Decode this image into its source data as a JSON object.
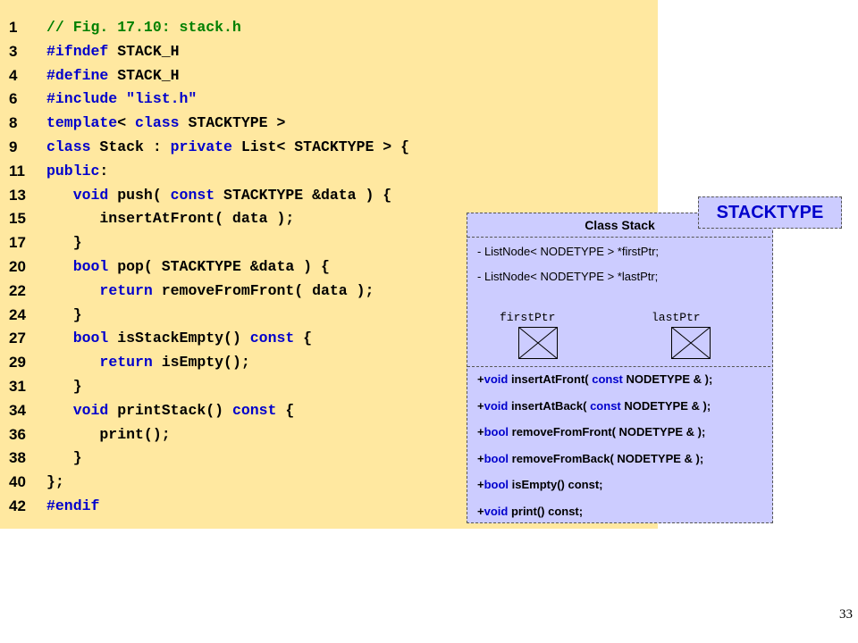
{
  "code_lines": [
    {
      "num": "1",
      "segs": [
        {
          "t": "// Fig. 17.10: stack.h",
          "c": "c"
        }
      ]
    },
    {
      "num": "3",
      "segs": [
        {
          "t": "#ifndef",
          "c": "k"
        },
        {
          "t": " STACK_H",
          "c": "t"
        }
      ]
    },
    {
      "num": "4",
      "segs": [
        {
          "t": "#define",
          "c": "k"
        },
        {
          "t": " STACK_H",
          "c": "t"
        }
      ]
    },
    {
      "num": "6",
      "segs": [
        {
          "t": "#include",
          "c": "k"
        },
        {
          "t": " ",
          "c": "t"
        },
        {
          "t": "\"list.h\"",
          "c": "s"
        }
      ]
    },
    {
      "num": "8",
      "segs": [
        {
          "t": "template",
          "c": "k"
        },
        {
          "t": "< ",
          "c": "t"
        },
        {
          "t": "class",
          "c": "k"
        },
        {
          "t": " STACKTYPE >",
          "c": "t"
        }
      ]
    },
    {
      "num": "9",
      "segs": [
        {
          "t": "class",
          "c": "k"
        },
        {
          "t": " Stack : ",
          "c": "t"
        },
        {
          "t": "private",
          "c": "k"
        },
        {
          "t": " List< STACKTYPE > {",
          "c": "t"
        }
      ]
    },
    {
      "num": "11",
      "segs": [
        {
          "t": "public",
          "c": "k"
        },
        {
          "t": ":",
          "c": "t"
        }
      ]
    },
    {
      "num": "13",
      "segs": [
        {
          "t": "   ",
          "c": "t"
        },
        {
          "t": "void",
          "c": "k"
        },
        {
          "t": " push( ",
          "c": "t"
        },
        {
          "t": "const",
          "c": "k"
        },
        {
          "t": " STACKTYPE &data ) {",
          "c": "t"
        }
      ]
    },
    {
      "num": "15",
      "segs": [
        {
          "t": "      insertAtFront( data );",
          "c": "t"
        }
      ]
    },
    {
      "num": "17",
      "segs": [
        {
          "t": "   }",
          "c": "t"
        }
      ]
    },
    {
      "num": "20",
      "segs": [
        {
          "t": "   ",
          "c": "t"
        },
        {
          "t": "bool",
          "c": "k"
        },
        {
          "t": " pop( STACKTYPE &data ) {",
          "c": "t"
        }
      ]
    },
    {
      "num": "22",
      "segs": [
        {
          "t": "      ",
          "c": "t"
        },
        {
          "t": "return",
          "c": "k"
        },
        {
          "t": " removeFromFront( data );",
          "c": "t"
        }
      ]
    },
    {
      "num": "24",
      "segs": [
        {
          "t": "   }",
          "c": "t"
        }
      ]
    },
    {
      "num": "27",
      "segs": [
        {
          "t": "   ",
          "c": "t"
        },
        {
          "t": "bool",
          "c": "k"
        },
        {
          "t": " isStackEmpty() ",
          "c": "t"
        },
        {
          "t": "const",
          "c": "k"
        },
        {
          "t": " {",
          "c": "t"
        }
      ]
    },
    {
      "num": "29",
      "segs": [
        {
          "t": "      ",
          "c": "t"
        },
        {
          "t": "return",
          "c": "k"
        },
        {
          "t": " isEmpty();",
          "c": "t"
        }
      ]
    },
    {
      "num": "31",
      "segs": [
        {
          "t": "   }",
          "c": "t"
        }
      ]
    },
    {
      "num": "34",
      "segs": [
        {
          "t": "   ",
          "c": "t"
        },
        {
          "t": "void",
          "c": "k"
        },
        {
          "t": " printStack() ",
          "c": "t"
        },
        {
          "t": "const",
          "c": "k"
        },
        {
          "t": " {",
          "c": "t"
        }
      ]
    },
    {
      "num": "36",
      "segs": [
        {
          "t": "      print();",
          "c": "t"
        }
      ]
    },
    {
      "num": "38",
      "segs": [
        {
          "t": "   }",
          "c": "t"
        }
      ]
    },
    {
      "num": "40",
      "segs": [
        {
          "t": "};",
          "c": "t"
        }
      ]
    },
    {
      "num": "42",
      "segs": [
        {
          "t": "#endif",
          "c": "k"
        }
      ]
    }
  ],
  "uml": {
    "title": "Class  Stack",
    "attributes": [
      "- ListNode< NODETYPE > *firstPtr;",
      "- ListNode< NODETYPE > *lastPtr;"
    ],
    "pointer_labels": [
      "firstPtr",
      "lastPtr"
    ],
    "operations": [
      {
        "prefix": "+",
        "type": "void",
        "rest": " insertAtFront( ",
        "kw": "const",
        "tail": " NODETYPE & );"
      },
      {
        "prefix": "+",
        "type": "void",
        "rest": " insertAtBack( ",
        "kw": "const",
        "tail": " NODETYPE & );"
      },
      {
        "prefix": "+",
        "type": "bool",
        "rest": " removeFromFront( NODETYPE & );",
        "kw": "",
        "tail": ""
      },
      {
        "prefix": "+",
        "type": "bool",
        "rest": " removeFromBack( NODETYPE & );",
        "kw": "",
        "tail": ""
      },
      {
        "prefix": "+",
        "type": "bool",
        "rest": " isEmpty() const;",
        "kw": "",
        "tail": ""
      },
      {
        "prefix": "+",
        "type": "void",
        "rest": " print() const;",
        "kw": "",
        "tail": ""
      }
    ]
  },
  "stacktype_label": "STACKTYPE",
  "page_number": "33",
  "colors": {
    "code_bg": "#ffe8a0",
    "keyword": "#0000cc",
    "comment": "#008000",
    "uml_bg": "#ccccff"
  }
}
